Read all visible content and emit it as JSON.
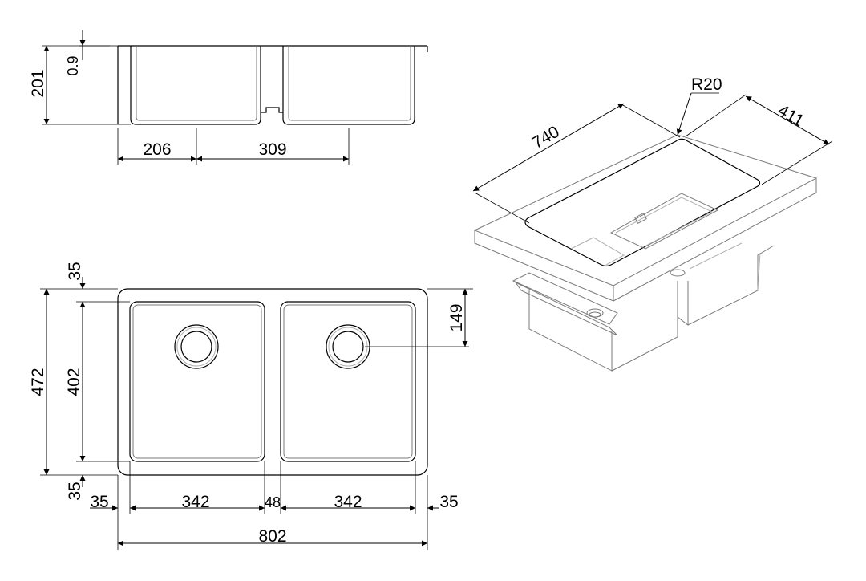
{
  "side_view": {
    "height": "201",
    "flange": "0.9",
    "offset": "206",
    "bowl_width": "309"
  },
  "top_view": {
    "top_margin": "35",
    "overall_depth": "472",
    "bowl_depth": "402",
    "drain_offset": "149",
    "bottom_margin": "35",
    "left_margin": "35",
    "bowl_left_width": "342",
    "divider_width": "48",
    "bowl_right_width": "342",
    "right_margin": "35",
    "overall_width": "802"
  },
  "iso_view": {
    "cutout_length": "740",
    "cutout_width": "411",
    "corner_radius": "R20"
  }
}
